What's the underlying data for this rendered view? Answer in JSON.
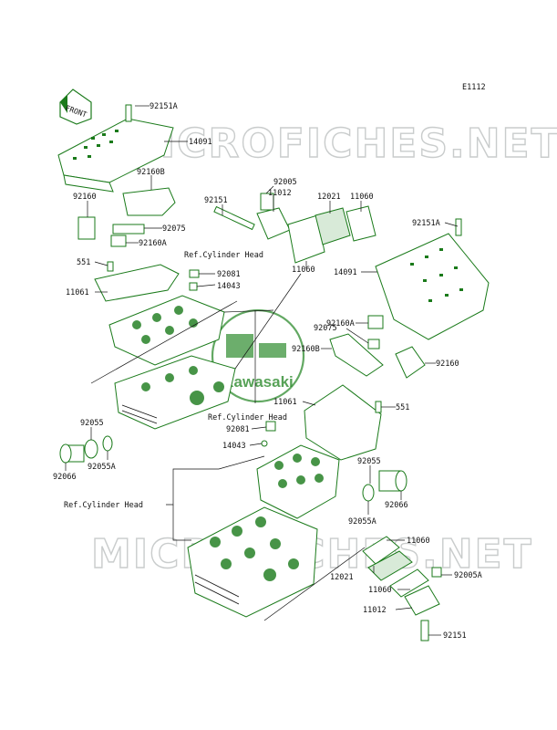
{
  "diagram_code": "E1112",
  "front_arrow": "FRONT",
  "logo_text": "Kawasaki",
  "watermark_top": "MICROFICHES.NET",
  "watermark_bottom": "MICROFICHES.NET",
  "colors": {
    "line": "#1a7a1a",
    "logo": "#2e8b2e",
    "watermark": "#c9cccc",
    "text": "#111111"
  },
  "labels": {
    "l92151A_top": "92151A",
    "l14091_top": "14091",
    "l92160B_top": "92160B",
    "l92160_left": "92160",
    "l92075_left": "92075",
    "l92160A_left": "92160A",
    "l92151": "92151",
    "l92005": "92005",
    "l11012_top": "11012",
    "l12021_top": "12021",
    "l11060_top": "11060",
    "l11060_mid": "11060",
    "l551_left": "551",
    "l11061_left": "11061",
    "l92081_left": "92081",
    "l14043_left": "14043",
    "l92151A_right": "92151A",
    "l14091_right": "14091",
    "l92160A_right": "92160A",
    "l92075_right": "92075",
    "l92160B_right": "92160B",
    "l92160_right": "92160",
    "l11061_right": "11061",
    "l551_right": "551",
    "l92081_mid": "92081",
    "l14043_mid": "14043",
    "l92055_left": "92055",
    "l92055A_left": "92055A",
    "l92066_left": "92066",
    "l92055_right": "92055",
    "l92066_right": "92066",
    "l92055A_right": "92055A",
    "l11060_bot1": "11060",
    "l12021_bot": "12021",
    "l92005A": "92005A",
    "l11060_bot2": "11060",
    "l11012_bot": "11012",
    "l92151_bot": "92151"
  },
  "refs": {
    "ref_top": "Ref.Cylinder Head",
    "ref_mid": "Ref.Cylinder Head",
    "ref_left": "Ref.Cylinder Head"
  }
}
